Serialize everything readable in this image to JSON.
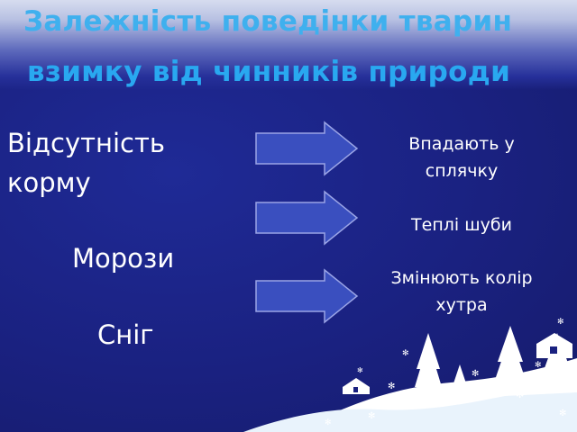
{
  "slide": {
    "title_line1": "Залежність поведінки тварин",
    "title_line2": "взимку від чинників природи",
    "causes": [
      "Відсутність",
      "корму",
      "Морози",
      "Сніг"
    ],
    "effects": [
      "Впадають у",
      "сплячку",
      "Теплі шуби",
      "Змінюють колір",
      "хутра"
    ]
  },
  "colors": {
    "background": "#1a2180",
    "title": "#3fb0ee",
    "text": "#ffffff",
    "arrow": "#3a4fbf",
    "arrow_border": "#9aa4e6"
  },
  "icons": {
    "arrows": "right-arrow-icon",
    "decoration": "winter-village-decoration"
  }
}
